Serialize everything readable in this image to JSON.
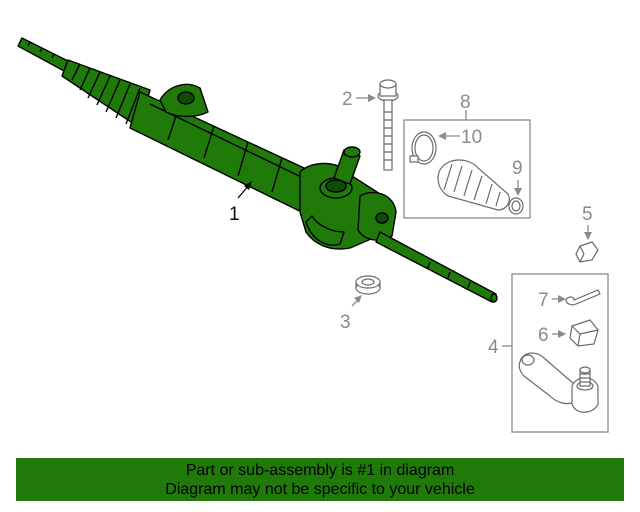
{
  "diagram": {
    "callouts": {
      "rack_assembly": "1",
      "bolt": "2",
      "mount_bushing": "3",
      "tie_rod_end": "4",
      "nut": "5",
      "boot_cap": "6",
      "cotter_pin": "7",
      "boot_kit": "8",
      "small_clamp": "9",
      "large_clamp": "10"
    },
    "colors": {
      "highlight_part": "#1f7a0a",
      "outline": "#000000",
      "other_parts": "#8a8a8a"
    }
  },
  "banner": {
    "line1": "Part or sub-assembly is #1 in diagram",
    "line2": "Diagram may not be specific to your vehicle",
    "background": "#1f7a0a"
  }
}
